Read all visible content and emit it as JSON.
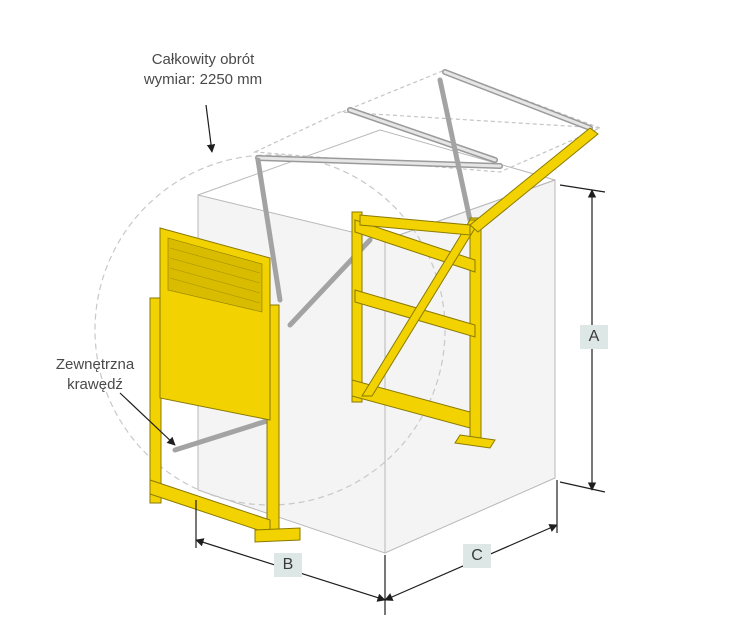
{
  "annotations": {
    "rotation_line1": "Całkowity obrót",
    "rotation_line2": "wymiar: 2250 mm",
    "edge_line1": "Zewnętrzna",
    "edge_line2": "krawędź"
  },
  "dimensions": {
    "a": "A",
    "b": "B",
    "c": "C"
  },
  "colors": {
    "frame_yellow": "#f2d200",
    "frame_outline": "#8a7a00",
    "ghost_line": "#b8b8b8",
    "label_bg": "#dde8e6",
    "text": "#4a4a4a"
  }
}
